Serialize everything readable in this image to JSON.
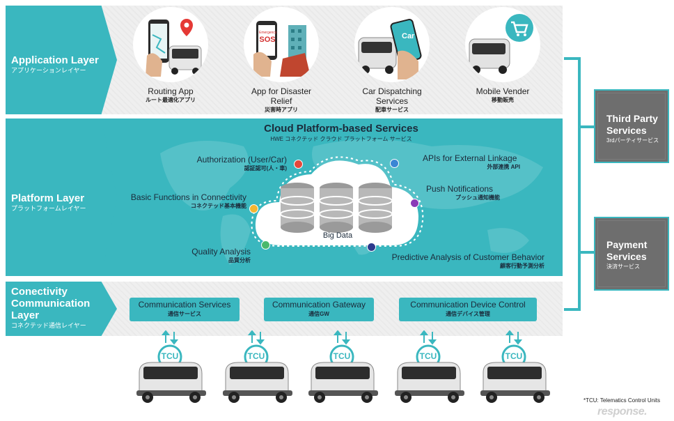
{
  "layers": {
    "application": {
      "en": "Application Layer",
      "jp": "アプリケーションレイヤー"
    },
    "platform": {
      "en": "Platform Layer",
      "jp": "プラットフォームレイヤー"
    },
    "connectivity": {
      "en1": "Conectivity",
      "en2": "Communication",
      "en3": "Layer",
      "jp": "コネクテッド通信レイヤー"
    }
  },
  "apps": [
    {
      "en": "Routing App",
      "jp": "ルート最適化アプリ",
      "icon": "map-pin-icon"
    },
    {
      "en": "App for Disaster Relief",
      "jp": "災害時アプリ",
      "icon": "sos-icon"
    },
    {
      "en": "Car Dispatching Services",
      "jp": "配車サービス",
      "icon": "car-app-icon"
    },
    {
      "en": "Mobile Vender",
      "jp": "移動販売",
      "icon": "shopping-cart-icon"
    }
  ],
  "sos_label": "SOS",
  "sos_small": "Emergency",
  "car_app_label": "Car",
  "platform": {
    "title": "Cloud Platform-based Services",
    "subtitle": "HWE コネクテッド クラウド プラットフォーム サービス",
    "center": "Big Data",
    "features": [
      {
        "en": "Authorization (User/Car)",
        "jp": "認証認可(人・車)"
      },
      {
        "en": "Basic Functions in Connectivity",
        "jp": "コネクテッド基本機能"
      },
      {
        "en": "Quality Analysis",
        "jp": "品質分析"
      },
      {
        "en": "APIs for External Linkage",
        "jp": "外部連携 API"
      },
      {
        "en": "Push Notifications",
        "jp": "プッシュ通知機能"
      },
      {
        "en": "Predictive Analysis of Customer Behavior",
        "jp": "顧客行動予測分析"
      }
    ]
  },
  "comm": [
    {
      "en": "Communication Services",
      "jp": "通信サービス"
    },
    {
      "en": "Communication Gateway",
      "jp": "通信GW"
    },
    {
      "en": "Communication Device Control",
      "jp": "通信デバイス管理"
    }
  ],
  "side": [
    {
      "en1": "Third Party",
      "en2": "Services",
      "jp": "3rdパーティサービス"
    },
    {
      "en1": "Payment",
      "en2": "Services",
      "jp": "決済サービス"
    }
  ],
  "tcu_label": "TCU",
  "footnote": "*TCU: Telematics Control Units",
  "watermark": "response.",
  "colors": {
    "teal": "#3ab7bf",
    "gray_panel": "#6e6e6e",
    "band_gray": "#efefef",
    "dark_text": "#1b2a3a"
  }
}
